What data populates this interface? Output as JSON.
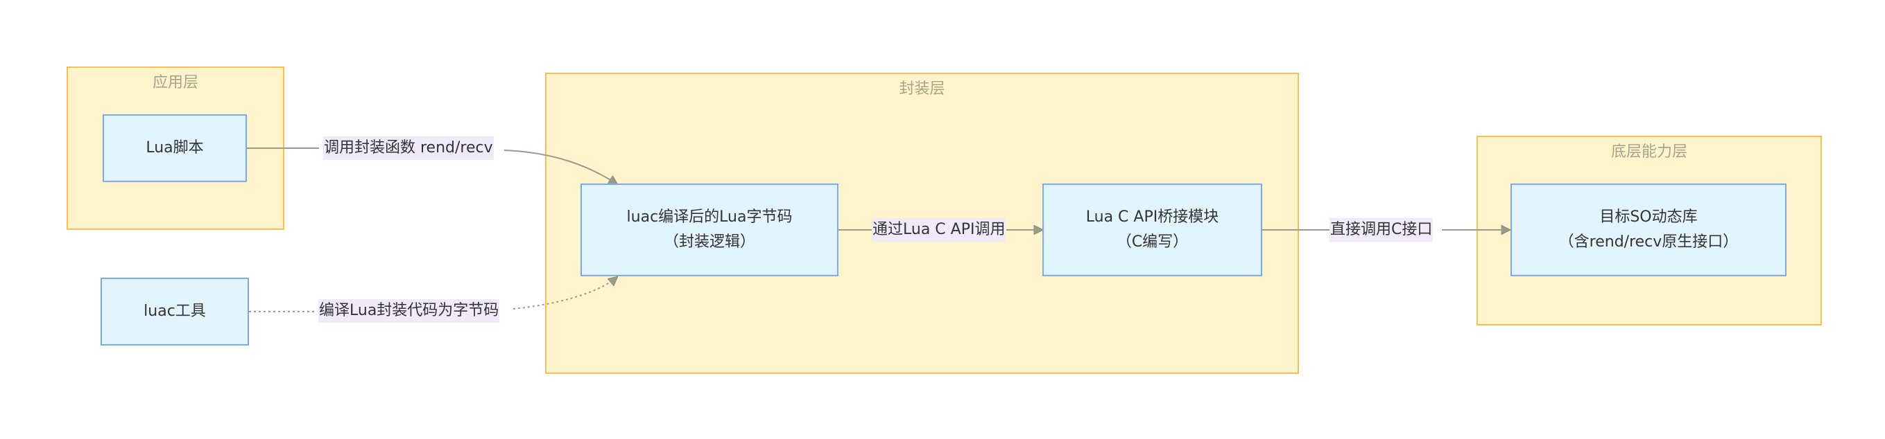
{
  "diagram": {
    "type": "flowchart",
    "clusters": [
      {
        "id": "app",
        "title": "应用层"
      },
      {
        "id": "wrap",
        "title": "封装层"
      },
      {
        "id": "base",
        "title": "底层能力层"
      }
    ],
    "nodes": [
      {
        "id": "lua_script",
        "lines": [
          "Lua脚本"
        ]
      },
      {
        "id": "luac_tool",
        "lines": [
          "luac工具"
        ]
      },
      {
        "id": "bytecode",
        "lines": [
          "luac编译后的Lua字节码",
          "（封装逻辑）"
        ]
      },
      {
        "id": "bridge",
        "lines": [
          "Lua C API桥接模块",
          "（C编写）"
        ]
      },
      {
        "id": "so_lib",
        "lines": [
          "目标SO动态库",
          "（含rend/recv原生接口）"
        ]
      }
    ],
    "edges": [
      {
        "from": "lua_script",
        "to": "bytecode",
        "label": "调用封装函数 rend/recv",
        "style": "solid"
      },
      {
        "from": "luac_tool",
        "to": "bytecode",
        "label": "编译Lua封装代码为字节码",
        "style": "dotted"
      },
      {
        "from": "bytecode",
        "to": "bridge",
        "label": "通过Lua C API调用",
        "style": "solid"
      },
      {
        "from": "bridge",
        "to": "so_lib",
        "label": "直接调用C接口",
        "style": "solid"
      }
    ],
    "colors": {
      "cluster_fill": "#fff4cc",
      "cluster_border": "#fbbf5a",
      "node_fill": "#e2f4fd",
      "node_border": "#7aaaf2",
      "edge": "#9b9b8a",
      "edge_label_bg": "#f1eafb"
    }
  }
}
